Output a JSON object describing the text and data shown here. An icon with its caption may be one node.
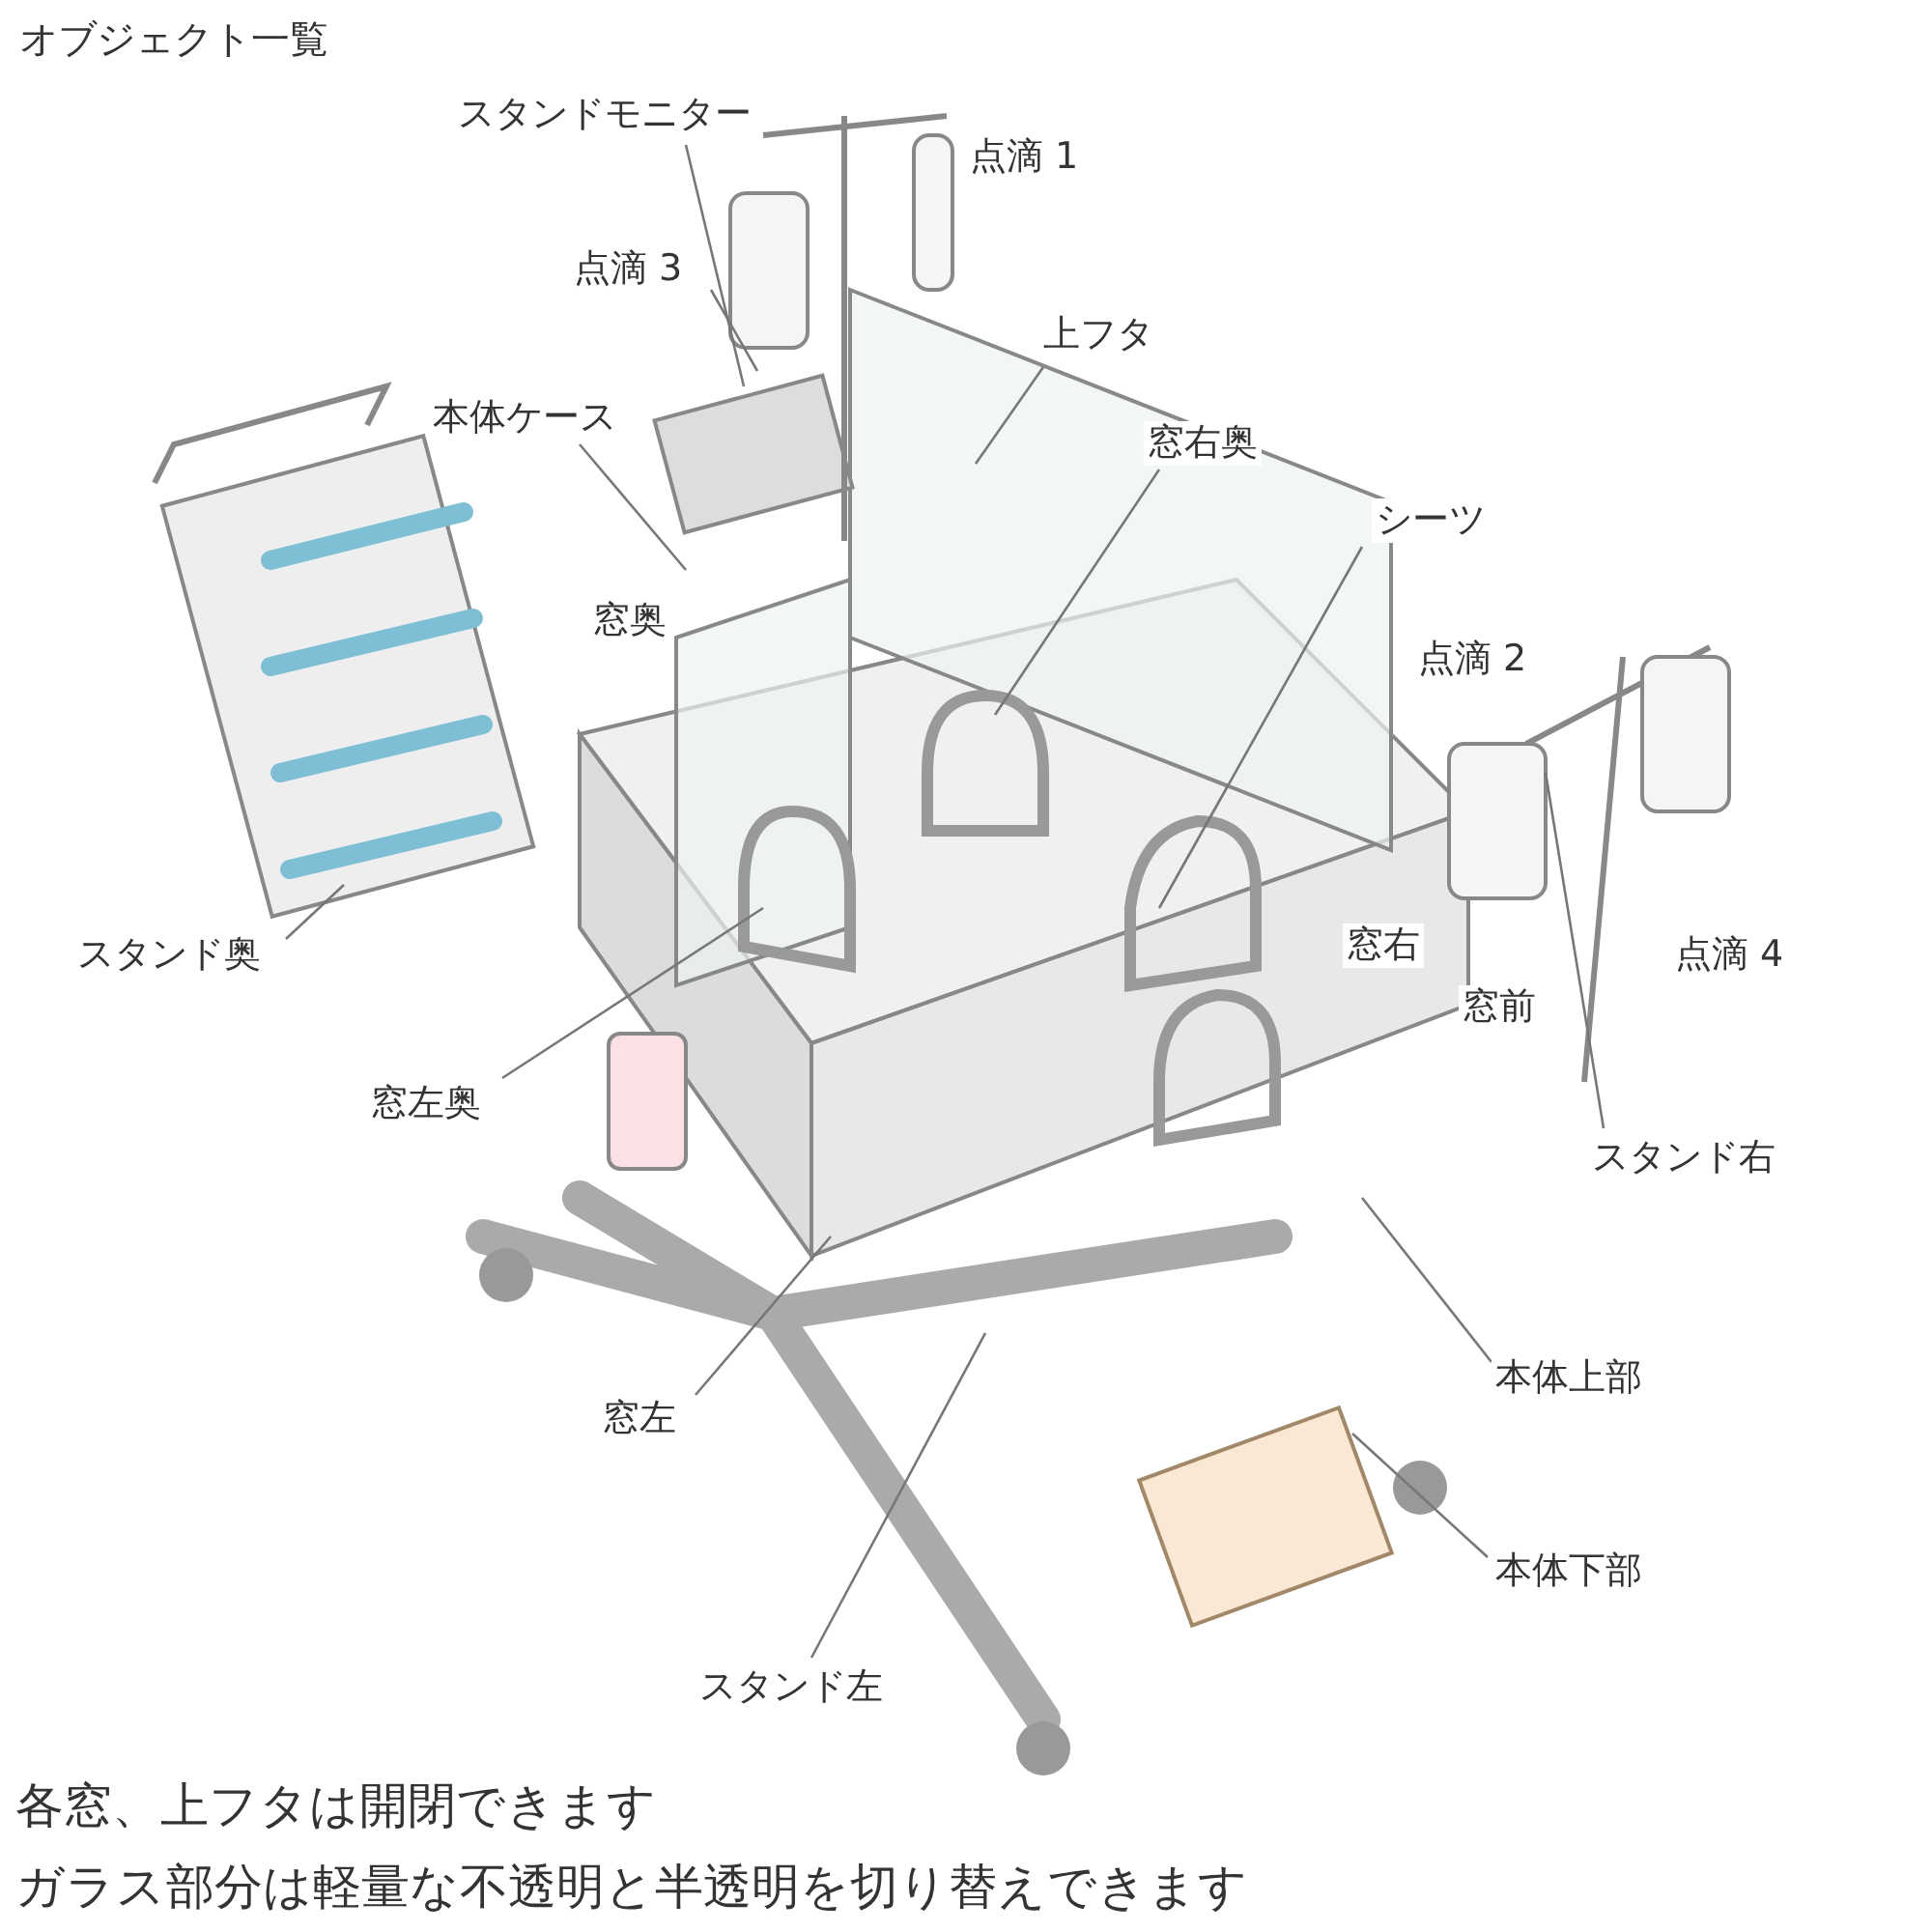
{
  "diagram": {
    "title": "オブジェクト一覧",
    "nodes": [
      {
        "text": [
          "スタンドモニター"
        ]
      },
      {
        "text": [
          "点滴 3"
        ]
      },
      {
        "text": [
          "上フタ"
        ]
      },
      {
        "text": [
          "本体ケース"
        ]
      },
      {
        "text": [
          "窓右奥"
        ]
      },
      {
        "text": [
          "シーツ"
        ]
      },
      {
        "text": [
          "スタンド右"
        ]
      },
      {
        "text": [
          "スタンド奥"
        ]
      },
      {
        "text": [
          "窓左奥"
        ]
      },
      {
        "text": [
          "窓左"
        ]
      },
      {
        "text": [
          "本体上部"
        ]
      },
      {
        "text": [
          "本体下部"
        ]
      },
      {
        "text": [
          "スタンド左"
        ]
      },
      {
        "text": [
          "点滴 1"
        ]
      },
      {
        "text": [
          "窓奥"
        ]
      },
      {
        "text": [
          "点滴 2"
        ]
      },
      {
        "text": [
          "窓右"
        ]
      },
      {
        "text": [
          "点滴 4"
        ]
      },
      {
        "text": [
          "窓前"
        ]
      }
    ],
    "edges": [
      {
        "from": 0,
        "to": null,
        "arrow": "none"
      },
      {
        "from": 1,
        "to": null,
        "arrow": "none"
      },
      {
        "from": 2,
        "to": null,
        "arrow": "none"
      },
      {
        "from": 3,
        "to": null,
        "arrow": "none"
      },
      {
        "from": 4,
        "to": null,
        "arrow": "none"
      },
      {
        "from": 5,
        "to": null,
        "arrow": "none"
      },
      {
        "from": 6,
        "to": null,
        "arrow": "none"
      },
      {
        "from": 7,
        "to": null,
        "arrow": "none"
      },
      {
        "from": 8,
        "to": null,
        "arrow": "none"
      },
      {
        "from": 9,
        "to": null,
        "arrow": "none"
      },
      {
        "from": 10,
        "to": null,
        "arrow": "none"
      },
      {
        "from": 11,
        "to": null,
        "arrow": "none"
      },
      {
        "from": 12,
        "to": null,
        "arrow": "none"
      }
    ],
    "labels": [
      "各窓、上フタは開閉できます",
      "ガラス部分は軽量な不透明と半透明を切り替えできます"
    ]
  }
}
